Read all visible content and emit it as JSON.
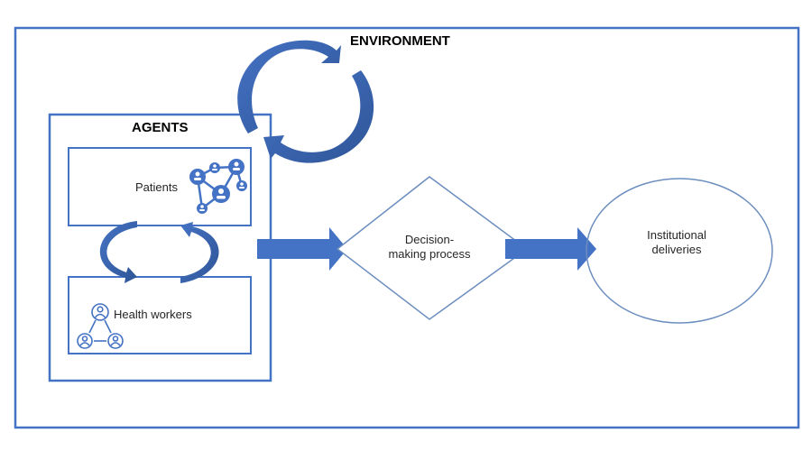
{
  "diagram": {
    "colors": {
      "frame": "#4472C4",
      "arrow": "#4472C4",
      "arrow_dark": "#2F5597",
      "text": "#262626"
    },
    "environment": {
      "label": "ENVIRONMENT"
    },
    "agents": {
      "label": "AGENTS",
      "patients": {
        "label": "Patients",
        "icon": "network-people-icon"
      },
      "health_workers": {
        "label": "Health workers",
        "icon": "team-people-icon"
      }
    },
    "decision": {
      "line1": "Decision-",
      "line2": "making process"
    },
    "outcome": {
      "line1": "Institutional",
      "line2": "deliveries"
    },
    "flow": [
      "Agents",
      "Decision-making process",
      "Institutional deliveries"
    ]
  }
}
